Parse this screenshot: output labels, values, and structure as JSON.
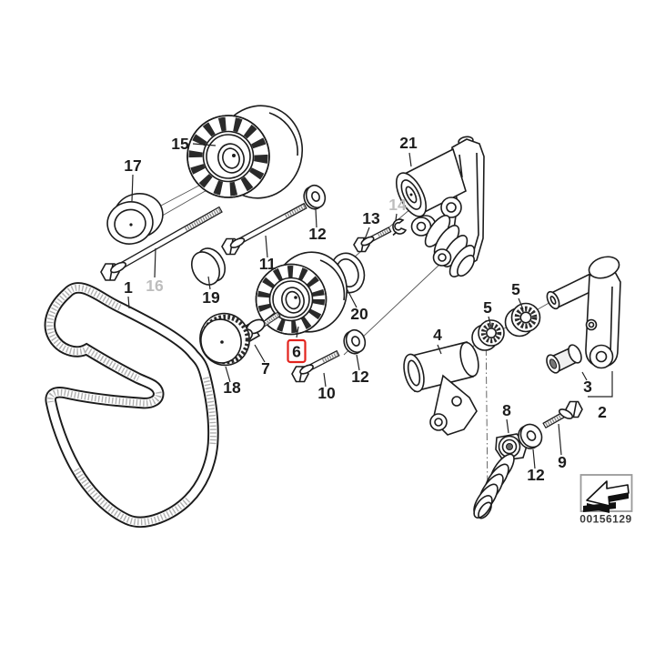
{
  "diagram": {
    "code": "00156129",
    "selected_part": "6",
    "highlight_color": "#e2231d",
    "line_color": "#1c1c1c",
    "muted_label_color": "#bdbdbd",
    "background": "#ffffff",
    "icon": "page-turn-arrow-icon"
  },
  "labels": {
    "p1": "1",
    "p2": "2",
    "p3": "3",
    "p4": "4",
    "p5a": "5",
    "p5b": "5",
    "p6": "6",
    "p7": "7",
    "p8": "8",
    "p9": "9",
    "p10": "10",
    "p11": "11",
    "p12a": "12",
    "p12b": "12",
    "p12c": "12",
    "p13": "13",
    "p14": "14",
    "p15": "15",
    "p16": "16",
    "p17": "17",
    "p18": "18",
    "p19": "19",
    "p20": "20",
    "p21": "21"
  }
}
